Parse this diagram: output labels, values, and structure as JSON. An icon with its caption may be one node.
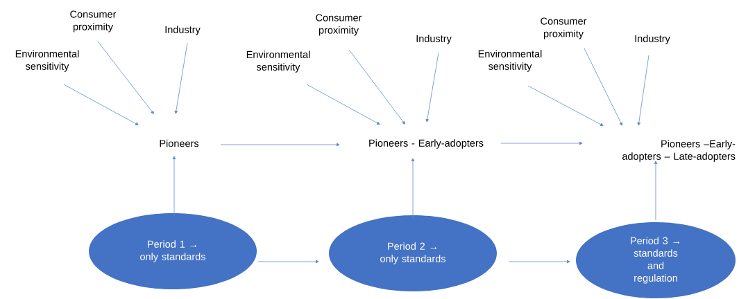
{
  "diagram": {
    "nodes": [
      {
        "text": [
          "Environmental sensitivity"
        ]
      },
      {
        "text": [
          "Consumer proximity"
        ]
      },
      {
        "text": [
          "Industry"
        ]
      },
      {
        "text": [
          "Pioneers"
        ]
      },
      {
        "text": [
          "Environmental sensitivity"
        ]
      },
      {
        "text": [
          "Consumer proximity"
        ]
      },
      {
        "text": [
          "Industry"
        ]
      },
      {
        "text": [
          "Pioneers - Early-adopters"
        ]
      },
      {
        "text": [
          "Environmental sensitivity"
        ]
      },
      {
        "text": [
          "Consumer proximity"
        ]
      },
      {
        "text": [
          "Industry"
        ]
      },
      {
        "text": [
          "Pioneers –Early-adopters – Late-adopters"
        ]
      },
      {
        "text": [
          "Period 1 → only standards"
        ]
      },
      {
        "text": [
          "Period 2 → only standards"
        ]
      },
      {
        "text": [
          "Period 3 → standards and regulation"
        ]
      }
    ],
    "edges": [
      {
        "from": 0,
        "to": 3,
        "arrow": "to"
      },
      {
        "from": 1,
        "to": 3,
        "arrow": "to"
      },
      {
        "from": 2,
        "to": 3,
        "arrow": "to"
      },
      {
        "from": 4,
        "to": 7,
        "arrow": "to"
      },
      {
        "from": 5,
        "to": 7,
        "arrow": "to"
      },
      {
        "from": 6,
        "to": 7,
        "arrow": "to"
      },
      {
        "from": 8,
        "to": 11,
        "arrow": "to"
      },
      {
        "from": 9,
        "to": 11,
        "arrow": "to"
      },
      {
        "from": 10,
        "to": 11,
        "arrow": "to"
      },
      {
        "from": 3,
        "to": 7,
        "arrow": "to"
      },
      {
        "from": 7,
        "to": 11,
        "arrow": "to"
      },
      {
        "from": 12,
        "to": 3,
        "arrow": "to"
      },
      {
        "from": 13,
        "to": 7,
        "arrow": "to"
      },
      {
        "from": 14,
        "to": 11,
        "arrow": "to"
      },
      {
        "from": 12,
        "to": 13,
        "arrow": "to"
      },
      {
        "from": 13,
        "to": 14,
        "arrow": "to"
      }
    ]
  }
}
